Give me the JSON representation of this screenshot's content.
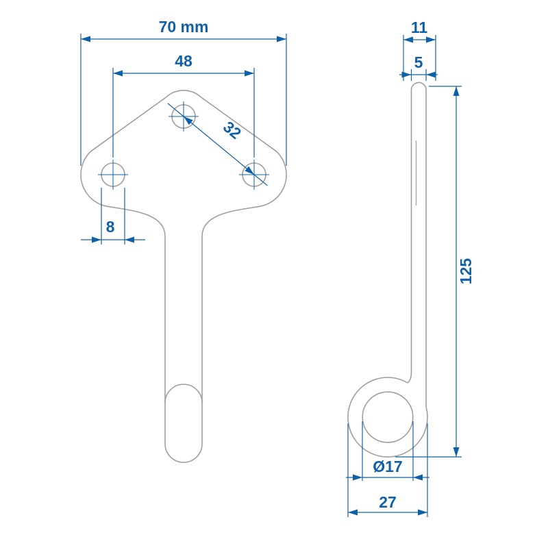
{
  "drawing": {
    "background_color": "#ffffff",
    "outline_color": "#9e9e9e",
    "dimension_color": "#1060a8",
    "front_view": {
      "dim_overall_width": "70 mm",
      "dim_hole_spacing": "48",
      "dim_hole_diagonal": "32",
      "dim_hole_diameter": "8"
    },
    "side_view": {
      "dim_top_width": "11",
      "dim_thickness": "5",
      "dim_length": "125",
      "dim_ring_hole": "Ø17",
      "dim_ring_width": "27"
    }
  }
}
